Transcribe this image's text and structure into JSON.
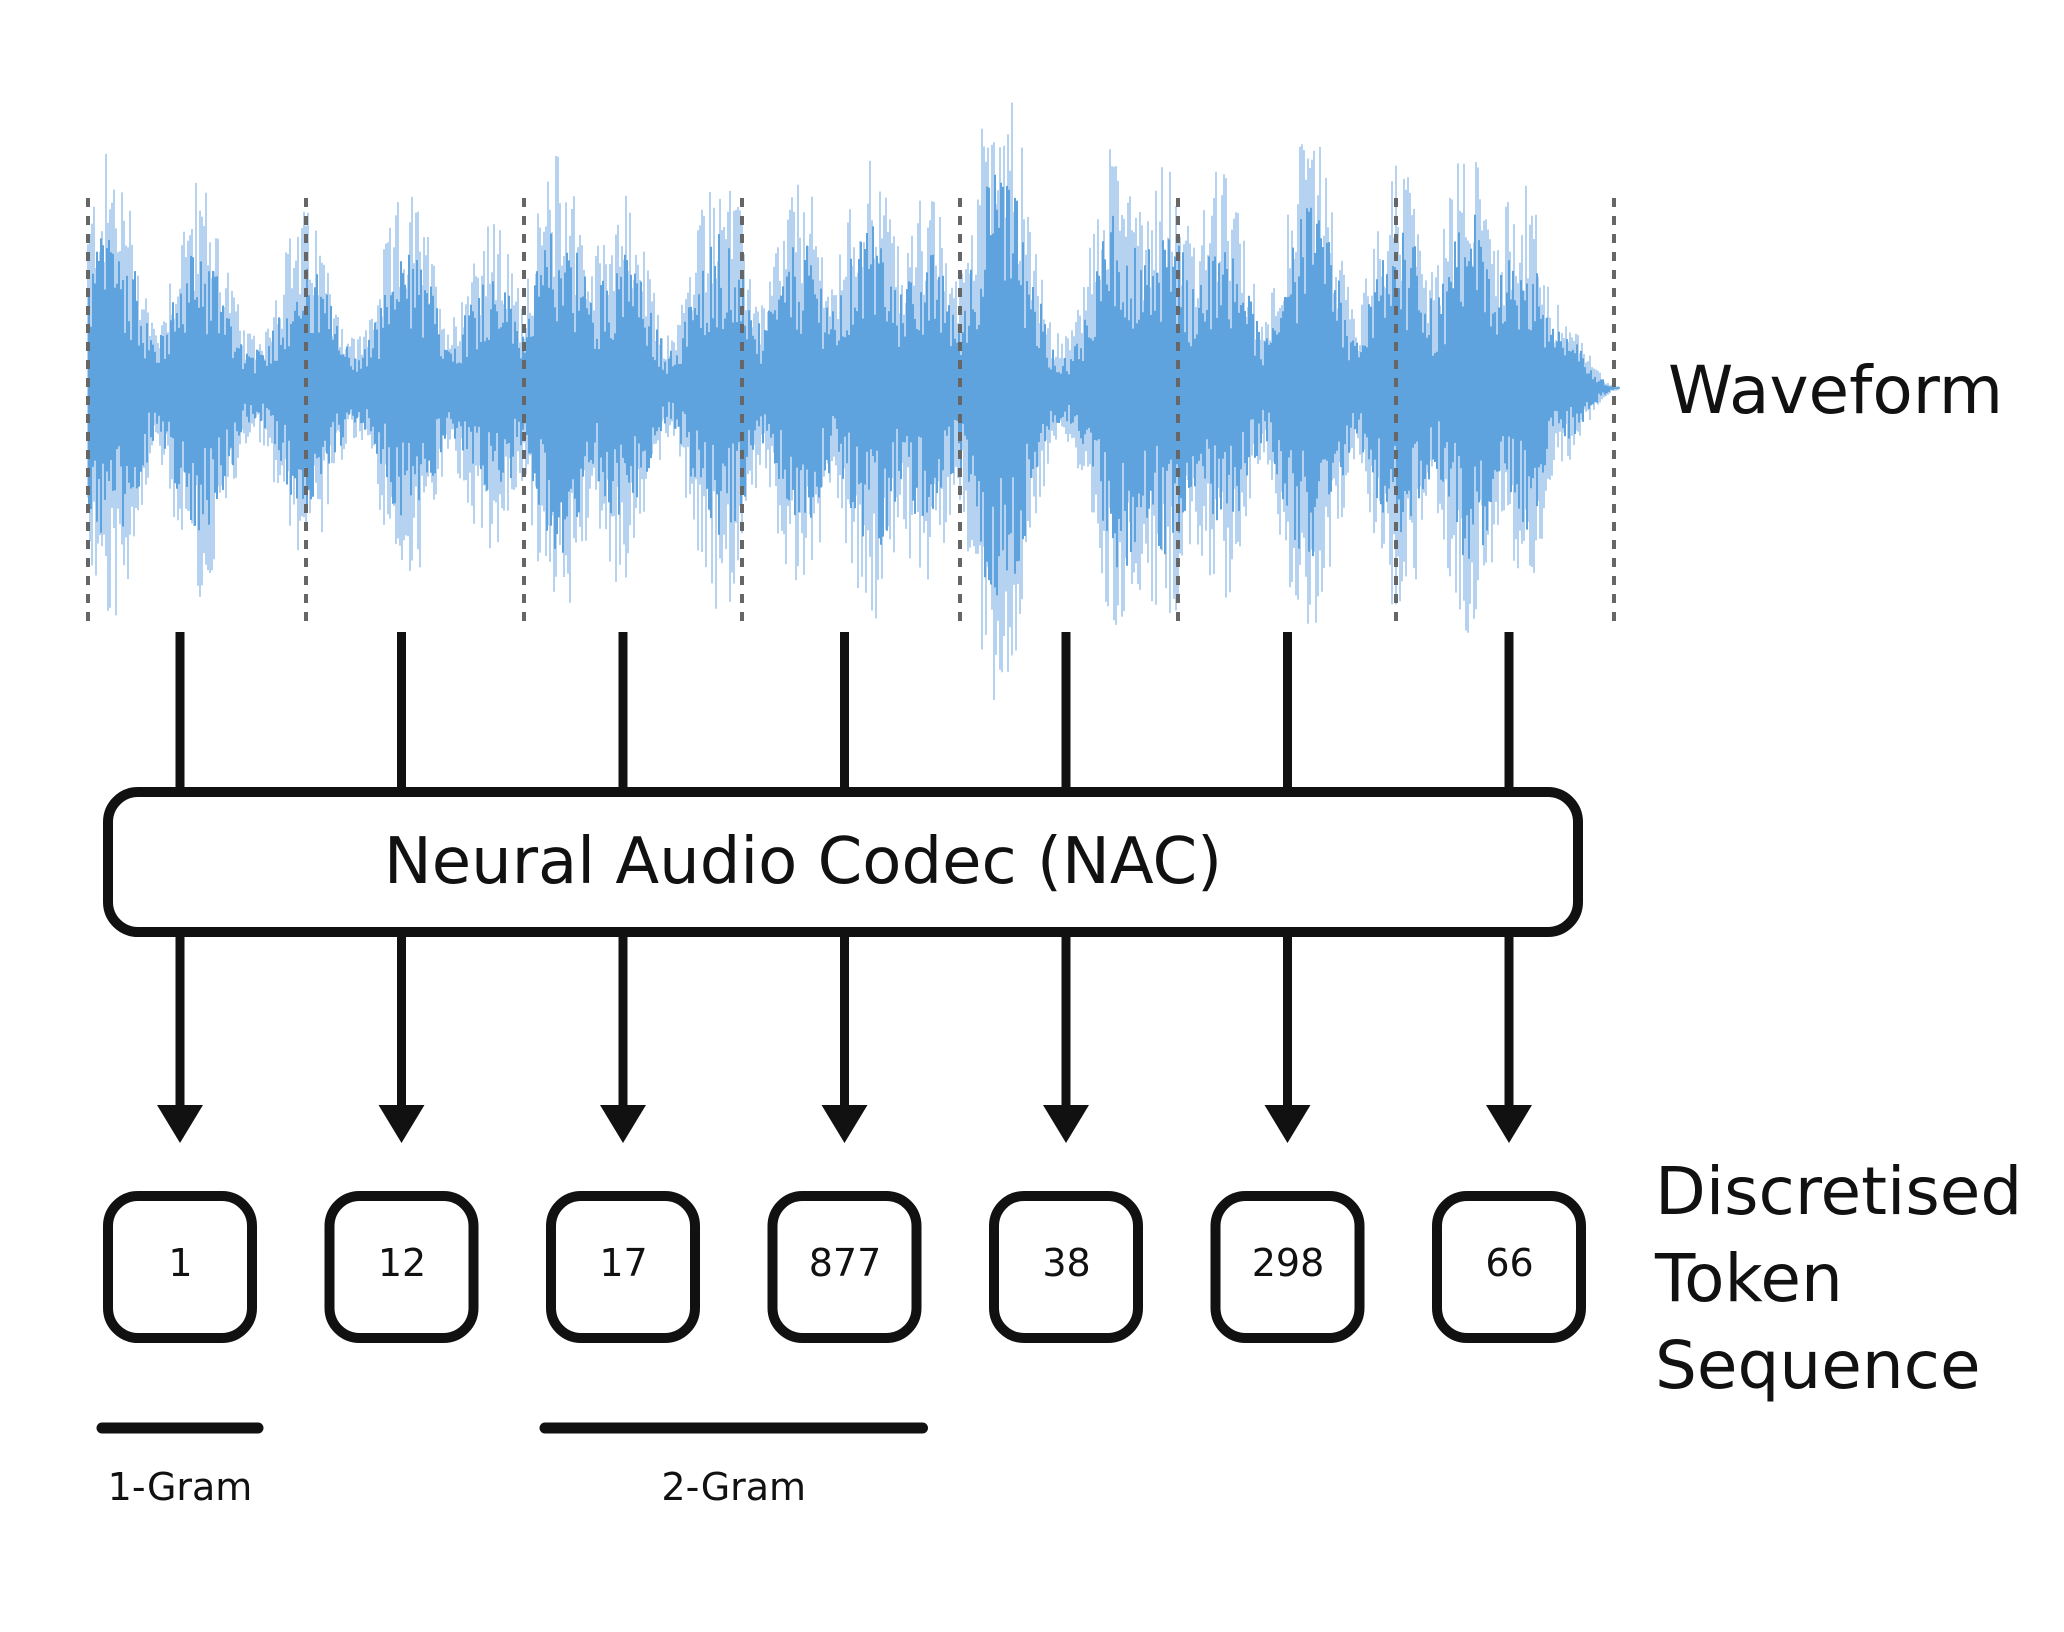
{
  "labels": {
    "waveform": "Waveform",
    "codec": "Neural Audio Codec (NAC)",
    "sequence_lines": [
      "Discretised",
      "Token",
      "Sequence"
    ]
  },
  "tokens": [
    "1",
    "12",
    "17",
    "877",
    "38",
    "298",
    "66"
  ],
  "ngrams": [
    {
      "label": "1-Gram",
      "token_start": 0,
      "token_end": 0
    },
    {
      "label": "2-Gram",
      "token_start": 2,
      "token_end": 3
    }
  ],
  "colors": {
    "waveform_dark": "#5fa3de",
    "waveform_light": "#b5d3f0",
    "line": "#111111",
    "divider": "#666666"
  }
}
